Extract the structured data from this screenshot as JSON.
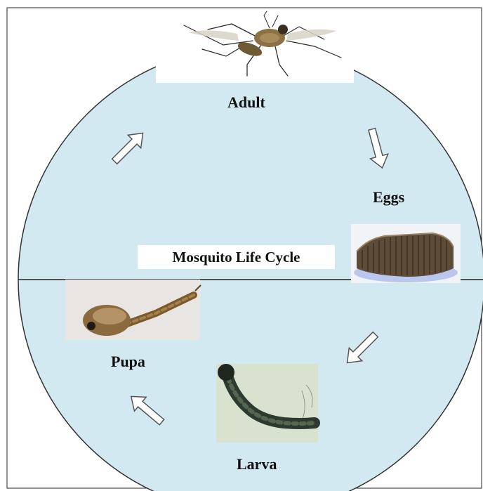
{
  "diagram": {
    "title": "Mosquito Life Cycle",
    "stages": [
      {
        "id": "adult",
        "label": "Adult"
      },
      {
        "id": "eggs",
        "label": "Eggs"
      },
      {
        "id": "larva",
        "label": "Larva"
      },
      {
        "id": "pupa",
        "label": "Pupa"
      }
    ],
    "icons": {
      "cycle_arrows": "outline-arrow-icon",
      "adult_photo": "mosquito-adult-photo",
      "eggs_photo": "mosquito-egg-raft-photo",
      "larva_photo": "mosquito-larva-photo",
      "pupa_photo": "mosquito-pupa-photo"
    },
    "colors": {
      "circle_fill": "#d3e9f1",
      "circle_stroke": "#333333",
      "arrow_fill": "#ffffff",
      "arrow_stroke": "#555555"
    }
  }
}
